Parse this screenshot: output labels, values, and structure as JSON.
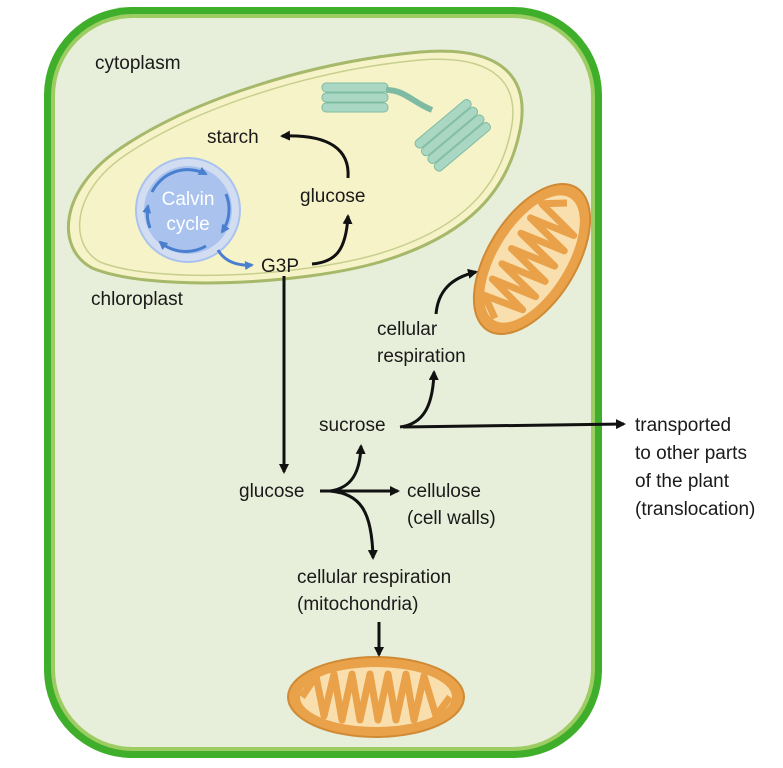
{
  "labels": {
    "cytoplasm": "cytoplasm",
    "chloroplast": "chloroplast",
    "starch": "starch",
    "glucose_top": "glucose",
    "calvin_line1": "Calvin",
    "calvin_line2": "cycle",
    "g3p": "G3P",
    "cellular_respiration_upper_line1": "cellular",
    "cellular_respiration_upper_line2": "respiration",
    "sucrose": "sucrose",
    "transported_line1": "transported",
    "transported_line2": "to other parts",
    "transported_line3": "of the plant",
    "transported_line4": "(translocation)",
    "glucose_bottom": "glucose",
    "cellulose_line1": "cellulose",
    "cellulose_line2": "(cell walls)",
    "cellular_respiration_lower_line1": "cellular respiration",
    "cellular_respiration_lower_line2": "(mitochondria)"
  },
  "colors": {
    "cell_wall": "#3fae2a",
    "cell_wall_inner": "#9ccc62",
    "cytoplasm_fill": "#e7eed9",
    "chloroplast_fill": "#f7f3c8",
    "chloroplast_border": "#a6b86a",
    "thylakoid": "#a9d7c3",
    "calvin_fill": "#a9c3ee",
    "calvin_arrow": "#4a7fd0",
    "mito_fill": "#eaa24a",
    "mito_light": "#f9dfae",
    "arrow": "#111111"
  }
}
